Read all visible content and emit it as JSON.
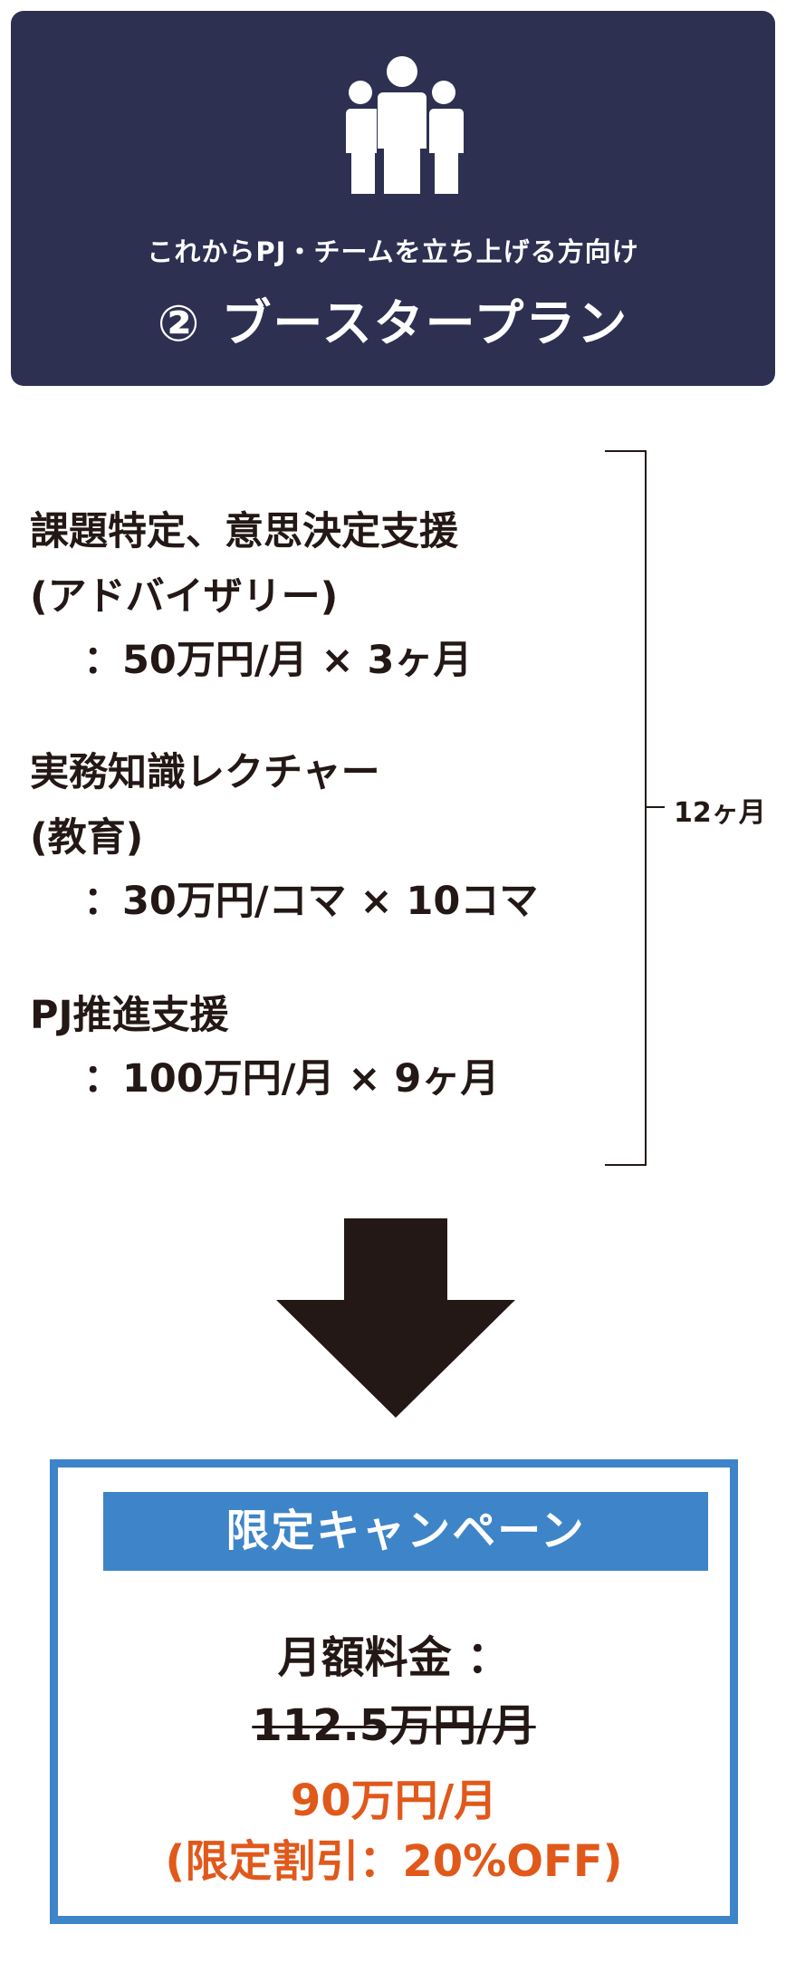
{
  "header": {
    "subtitle": "これからPJ・チームを立ち上げる方向け",
    "plan_number": "②",
    "plan_name": "ブースタープラン",
    "icon": "people-group-icon"
  },
  "items": [
    {
      "title": "課題特定、意思決定支援",
      "sub": "(アドバイザリー)",
      "price": "：50万円/月 × 3ヶ月"
    },
    {
      "title": "実務知識レクチャー",
      "sub": "(教育)",
      "price": "：30万円/コマ × 10コマ"
    },
    {
      "title": "PJ推進支援",
      "price": "：100万円/月 × 9ヶ月"
    }
  ],
  "duration": "12ヶ月",
  "arrow_icon": "down-arrow-icon",
  "campaign": {
    "title": "限定キャンペーン",
    "fee_label": "月額料金 ：",
    "old_price": "112.5万円/月",
    "new_price": "90万円/月",
    "discount": "(限定割引：20%OFF)"
  },
  "colors": {
    "header_bg": "#2d3051",
    "campaign_blue": "#3e84c8",
    "accent_orange": "#e0591b",
    "text": "#231815"
  }
}
